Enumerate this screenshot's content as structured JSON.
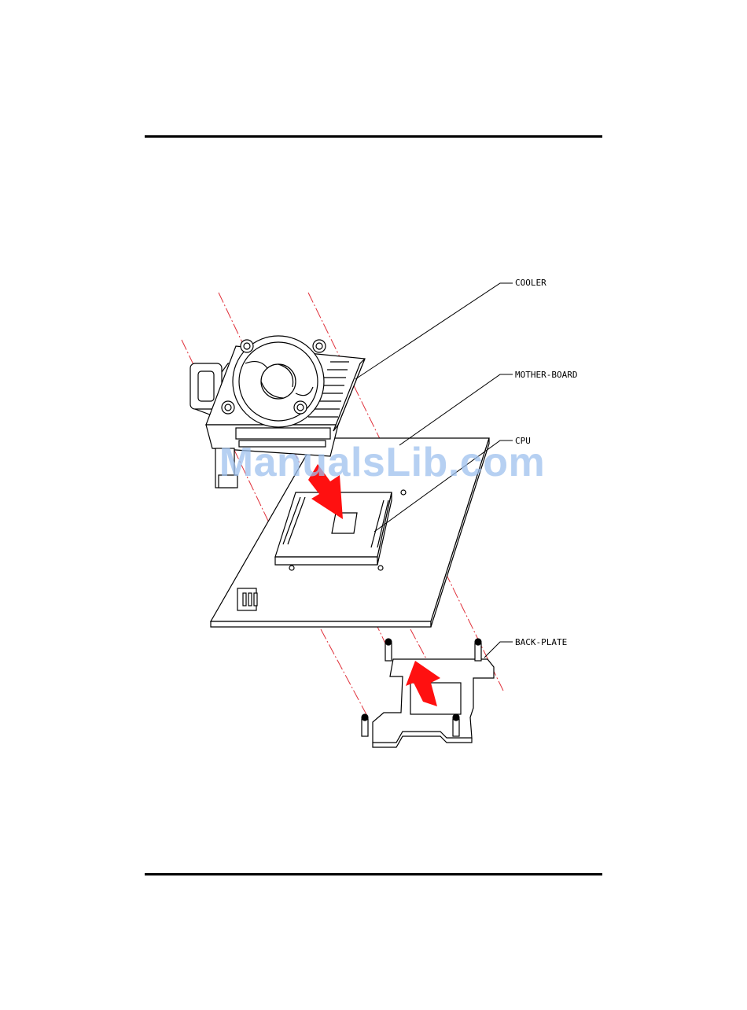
{
  "diagram": {
    "labels": {
      "cooler": "COOLER",
      "motherboard": "MOTHER-BOARD",
      "cpu": "CPU",
      "backplate": "BACK-PLATE"
    },
    "colors": {
      "line": "#000000",
      "guide": "#e0303a",
      "arrow": "#ff1010"
    }
  },
  "watermark": "ManualsLib.com"
}
